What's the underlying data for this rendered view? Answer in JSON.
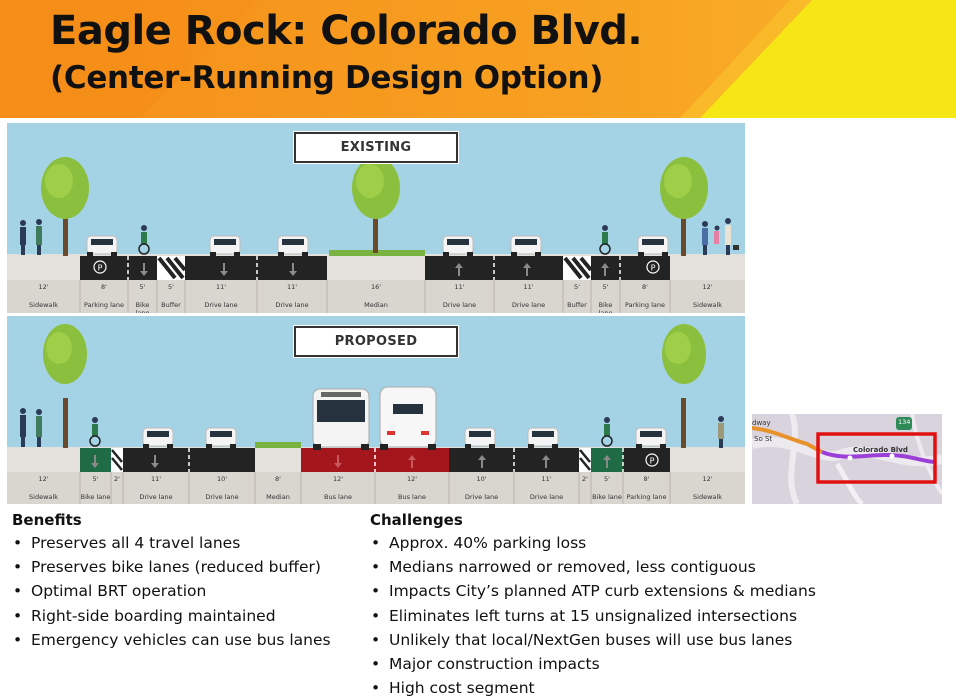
{
  "header": {
    "title": "Eagle Rock: Colorado Blvd.",
    "subtitle": "(Center-Running Design Option)"
  },
  "existing": {
    "label": "EXISTING",
    "lanes": [
      {
        "width": "12'",
        "name": "Sidewalk"
      },
      {
        "width": "8'",
        "name": "Parking lane"
      },
      {
        "width": "5'",
        "name": "Bike lane"
      },
      {
        "width": "5'",
        "name": "Buffer"
      },
      {
        "width": "11'",
        "name": "Drive lane"
      },
      {
        "width": "11'",
        "name": "Drive lane"
      },
      {
        "width": "16'",
        "name": "Median"
      },
      {
        "width": "11'",
        "name": "Drive lane"
      },
      {
        "width": "11'",
        "name": "Drive lane"
      },
      {
        "width": "5'",
        "name": "Buffer"
      },
      {
        "width": "5'",
        "name": "Bike lane"
      },
      {
        "width": "8'",
        "name": "Parking lane"
      },
      {
        "width": "12'",
        "name": "Sidewalk"
      }
    ]
  },
  "proposed": {
    "label": "PROPOSED",
    "lanes": [
      {
        "width": "12'",
        "name": "Sidewalk"
      },
      {
        "width": "5'",
        "name": "Bike lane"
      },
      {
        "width": "2'",
        "name": ""
      },
      {
        "width": "11'",
        "name": "Drive lane"
      },
      {
        "width": "10'",
        "name": "Drive lane"
      },
      {
        "width": "8'",
        "name": "Median"
      },
      {
        "width": "12'",
        "name": "Bus lane"
      },
      {
        "width": "12'",
        "name": "Bus lane"
      },
      {
        "width": "10'",
        "name": "Drive lane"
      },
      {
        "width": "11'",
        "name": "Drive lane"
      },
      {
        "width": "2'",
        "name": ""
      },
      {
        "width": "5'",
        "name": "Bike lane"
      },
      {
        "width": "8'",
        "name": "Parking lane"
      },
      {
        "width": "12'",
        "name": "Sidewalk"
      }
    ]
  },
  "map": {
    "street_label": "Colorado Blvd",
    "labels": [
      "dway",
      "So St",
      "134"
    ],
    "colors": {
      "route": "#9b3fd6",
      "highlight_box": "#e01010",
      "connector": "#e8932a"
    }
  },
  "benefits": {
    "heading": "Benefits",
    "items": [
      "Preserves all 4 travel lanes",
      "Preserves bike lanes (reduced buffer)",
      "Optimal BRT operation",
      "Right-side boarding maintained",
      "Emergency vehicles can use bus lanes"
    ]
  },
  "challenges": {
    "heading": "Challenges",
    "items": [
      "Approx. 40% parking loss",
      "Medians narrowed or removed, less contiguous",
      "Impacts City’s planned ATP curb extensions & medians",
      "Eliminates left turns at 15 unsignalized intersections",
      "Unlikely that local/NextGen buses will use bus lanes",
      "Major construction impacts",
      "High cost segment"
    ]
  },
  "colors": {
    "banner_orange": "#f7941d",
    "banner_yellow": "#f6e616",
    "sky": "#a5d3e6",
    "roadway": "#232323",
    "bus_lane": "#a3161c",
    "bike_lane_green": "#1e6b45"
  }
}
